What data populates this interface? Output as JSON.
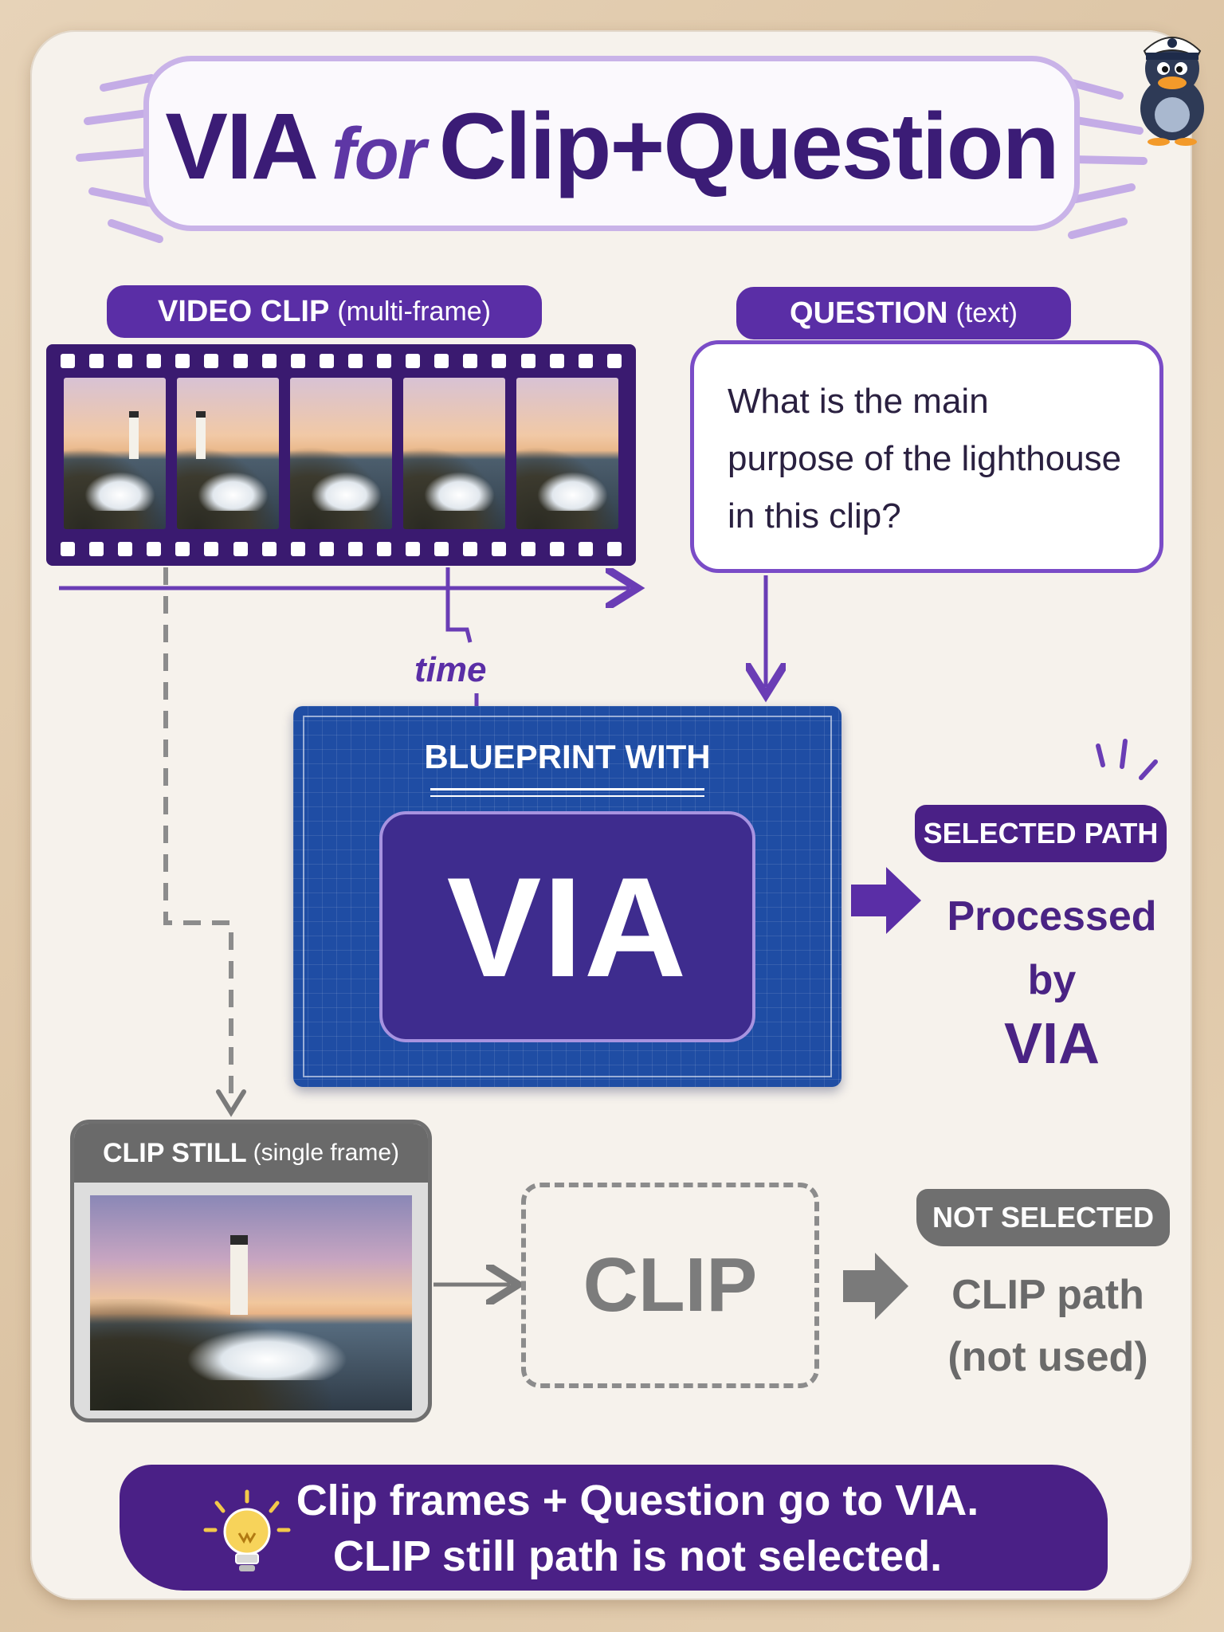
{
  "title": {
    "main": "VIA",
    "connector": "for",
    "rest": "Clip+Question"
  },
  "video_clip": {
    "label": "VIDEO CLIP",
    "sublabel": "(multi-frame)",
    "time_label": "time"
  },
  "question": {
    "label": "QUESTION",
    "sublabel": "(text)",
    "line1": "What is the main",
    "line2": "purpose of the lighthouse",
    "line3": "in this clip?"
  },
  "blueprint": {
    "title": "BLUEPRINT WITH",
    "model": "VIA"
  },
  "selected": {
    "tag": "SELECTED PATH",
    "line1": "Processed by",
    "line2": "VIA"
  },
  "clip_still": {
    "label": "CLIP STILL",
    "sublabel": "(single frame)"
  },
  "clip_model": {
    "label": "CLIP"
  },
  "not_selected": {
    "tag": "NOT SELECTED",
    "line1": "CLIP path",
    "line2": "(not used)"
  },
  "footer": {
    "line1": "Clip frames + Question go to VIA.",
    "line2": "CLIP still path is not selected."
  },
  "colors": {
    "accent": "#4a2086",
    "blueprint": "#1f4da4",
    "muted": "#6f6f6f"
  },
  "icons": {
    "mascot": "sailor-duck-icon",
    "bulb": "lightbulb-icon"
  }
}
